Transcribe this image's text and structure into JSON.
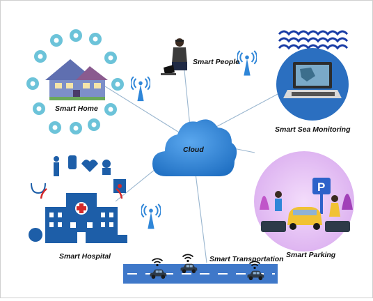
{
  "nodes": {
    "cloud": "Cloud",
    "smart_people": "Smart People",
    "smart_home": "Smart Home",
    "smart_sea": "Smart Sea Monitoring",
    "smart_hospital": "Smart Hospital",
    "smart_parking": "Smart Parking",
    "smart_transportation": "Smart Transportation"
  },
  "parking_sign": "P",
  "colors": {
    "cloud": "#2f86d8",
    "links": "#9ab6cf",
    "hospital": "#1d5ea8",
    "road": "#3f78c9",
    "parking_bg": "#e6c4f2",
    "sea_wave": "#1a3da6",
    "car": "#2d3a48"
  },
  "icons": [
    "wifi-tower-icon",
    "home-icon",
    "laptop-icon",
    "hospital-icon",
    "car-icon",
    "parking-sign-icon",
    "wave-icon"
  ]
}
